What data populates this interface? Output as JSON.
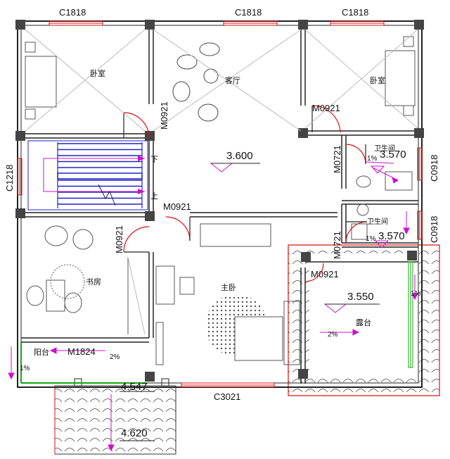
{
  "windows": {
    "top_left": "C1818",
    "top_mid": "C1818",
    "top_right": "C1818",
    "left": "C1218",
    "right_upper": "C0918",
    "right_lower": "C0918",
    "bottom": "C3021",
    "balcony_door": "M1824"
  },
  "doors": {
    "bedroom_left": "M0921",
    "living": "M0921",
    "stair": "M0921",
    "study": "M0921",
    "bath_upper": "M0721",
    "bath_lower": "M0721",
    "terrace": "M0921"
  },
  "rooms": {
    "bedroom_left": "卧室",
    "living": "客厅",
    "bedroom_right": "卧室",
    "bath_upper": "卫生间",
    "bath_lower": "卫生间",
    "study": "书房",
    "master": "主卧",
    "terrace": "露台",
    "balcony": "阳台"
  },
  "stairs": {
    "down": "下",
    "up": "上"
  },
  "elevations": {
    "hall": "3.600",
    "bath_upper": "3.570",
    "bath_lower": "3.570",
    "terrace": "3.550",
    "lower1": "4.547",
    "lower2": "4.620"
  },
  "slopes": {
    "bath_upper": "1%",
    "bath_lower": "1%",
    "terrace_right": "1%",
    "terrace": "2%",
    "balcony": "2%",
    "balcony_left": "1%"
  }
}
